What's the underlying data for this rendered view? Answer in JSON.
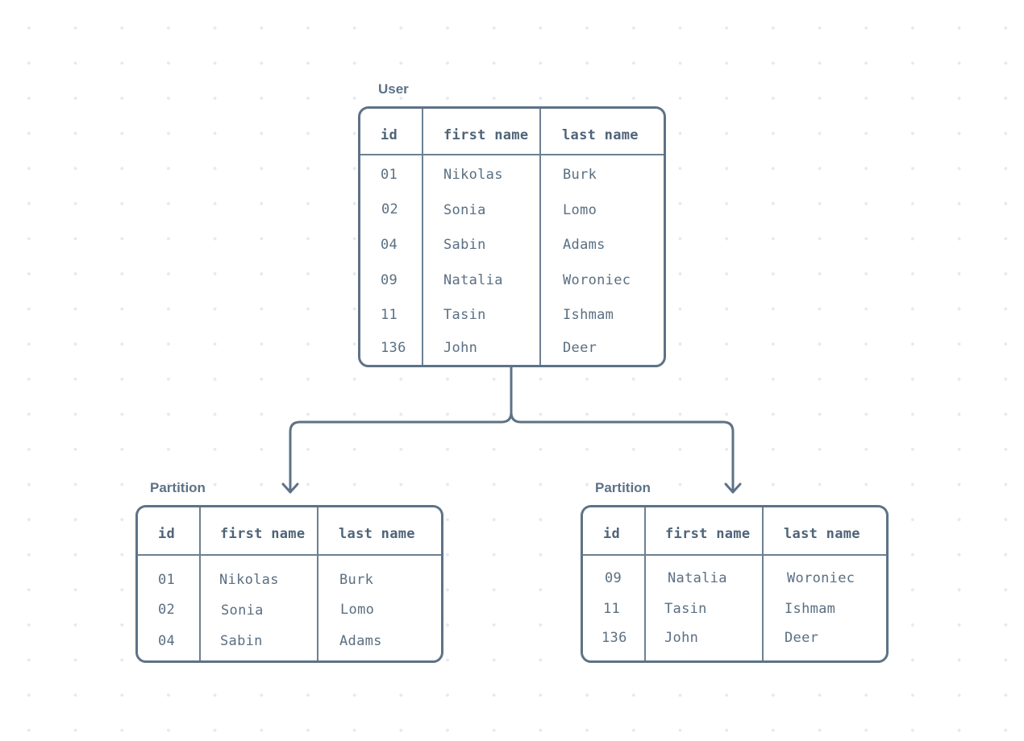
{
  "user_table": {
    "caption": "User",
    "headers": [
      "id",
      "first name",
      "last name"
    ],
    "rows": [
      [
        "01",
        "Nikolas",
        "Burk"
      ],
      [
        "02",
        "Sonia",
        "Lomo"
      ],
      [
        "04",
        "Sabin",
        "Adams"
      ],
      [
        "09",
        "Natalia",
        "Woroniec"
      ],
      [
        "11",
        "Tasin",
        "Ishmam"
      ],
      [
        "136",
        "John",
        "Deer"
      ]
    ]
  },
  "partition_left": {
    "caption": "Partition",
    "headers": [
      "id",
      "first name",
      "last name"
    ],
    "rows": [
      [
        "01",
        "Nikolas",
        "Burk"
      ],
      [
        "02",
        "Sonia",
        "Lomo"
      ],
      [
        "04",
        "Sabin",
        "Adams"
      ]
    ]
  },
  "partition_right": {
    "caption": "Partition",
    "headers": [
      "id",
      "first name",
      "last name"
    ],
    "rows": [
      [
        "09",
        "Natalia",
        "Woroniec"
      ],
      [
        "11",
        "Tasin",
        "Ishmam"
      ],
      [
        "136",
        "John",
        "Deer"
      ]
    ]
  },
  "colors": {
    "stroke": "#5d7286",
    "text": "#5a6f82",
    "grid_dot": "#e3eaf3"
  }
}
